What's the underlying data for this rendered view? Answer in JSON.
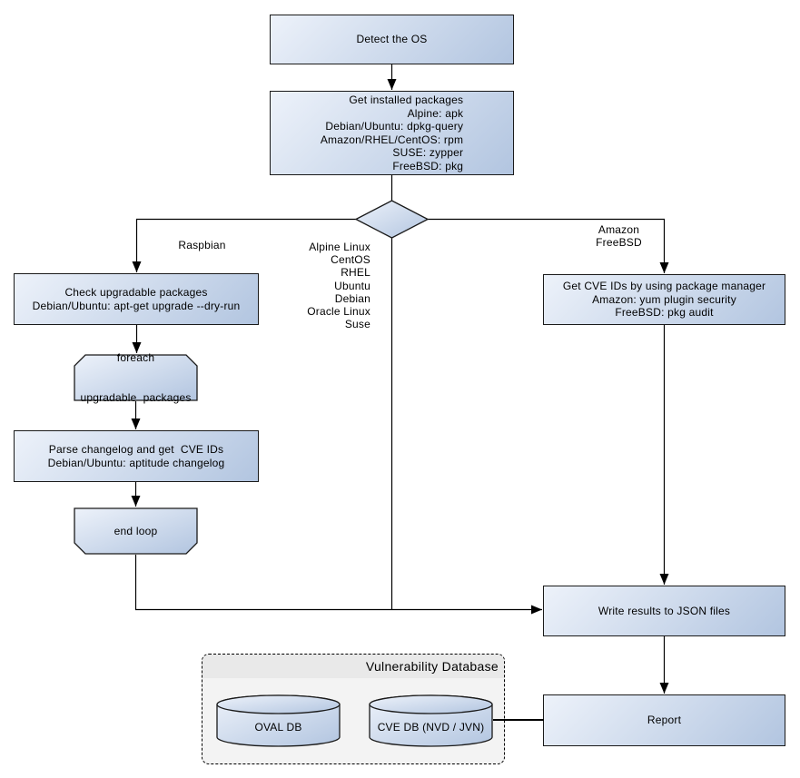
{
  "diagram": {
    "nodes": {
      "detect_os": {
        "label": "Detect the OS"
      },
      "get_installed": {
        "lines": [
          "Get installed packages",
          "Alpine: apk",
          "Debian/Ubuntu: dpkg-query",
          "Amazon/RHEL/CentOS: rpm",
          "SUSE: zypper",
          "FreeBSD: pkg"
        ]
      },
      "check_upgradable": {
        "lines": [
          "Check upgradable packages",
          "Debian/Ubuntu: apt-get upgrade --dry-run"
        ]
      },
      "foreach_loop": {
        "lines": [
          "foreach",
          "upgradable  packages"
        ]
      },
      "parse_changelog": {
        "lines": [
          "Parse changelog and get  CVE IDs",
          "Debian/Ubuntu: aptitude changelog"
        ]
      },
      "end_loop": {
        "label": "end loop"
      },
      "get_cve_ids": {
        "lines": [
          "Get CVE IDs by using package manager",
          "Amazon: yum plugin security",
          "FreeBSD: pkg audit"
        ]
      },
      "write_results": {
        "label": "Write results to JSON files"
      },
      "report": {
        "label": "Report"
      },
      "oval_db": {
        "label": "OVAL DB"
      },
      "cve_db": {
        "label": "CVE DB (NVD / JVN)"
      }
    },
    "edge_labels": {
      "raspbian": "Raspbian",
      "os_list": [
        "Alpine Linux",
        "CentOS",
        "RHEL",
        "Ubuntu",
        "Debian",
        "Oracle Linux",
        "Suse"
      ],
      "amazon_freebsd": [
        "Amazon",
        "FreeBSD"
      ]
    },
    "cluster": {
      "title": "Vulnerability Database"
    },
    "colors": {
      "node_gradient_start": "#edf2fa",
      "node_gradient_end": "#b2c5e0",
      "node_border": "#1a1a1a",
      "connector": "#000000",
      "cluster_background": "#f3f3f3",
      "cluster_header_background": "#e9e9e9",
      "cluster_border": "#000000",
      "canvas_background": "#ffffff",
      "text": "#000000"
    }
  }
}
